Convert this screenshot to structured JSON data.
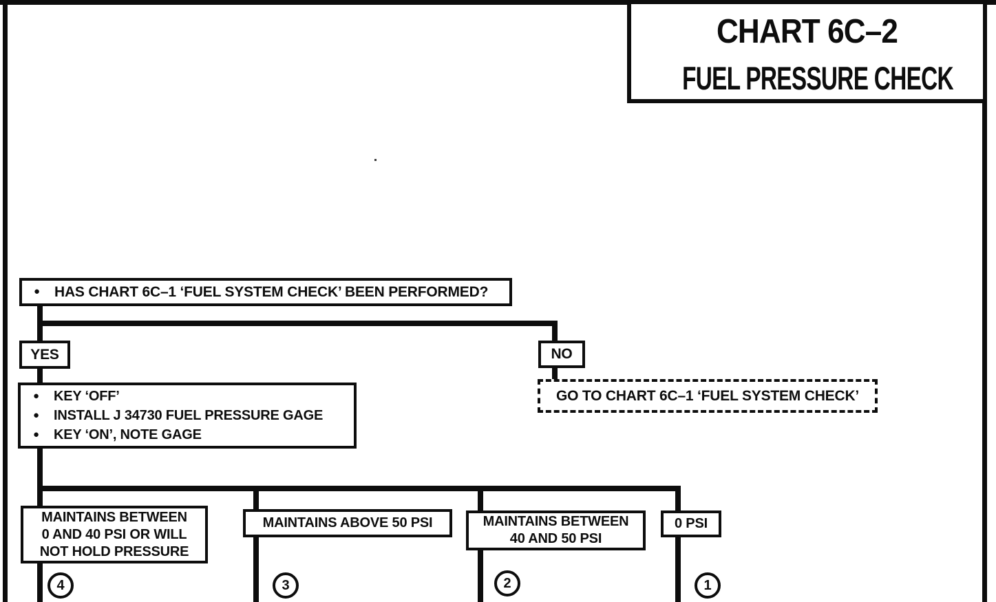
{
  "bullet_glyph": "●",
  "title_box": {
    "line1": "CHART 6C–2",
    "line2": "FUEL PRESSURE CHECK"
  },
  "question_text": "HAS CHART 6C–1 ‘FUEL SYSTEM CHECK’ BEEN PERFORMED?",
  "yes_label": "YES",
  "no_label": "NO",
  "no_goto": "GO TO CHART 6C–1 ‘FUEL SYSTEM CHECK’",
  "yes_steps": [
    "KEY ‘OFF’",
    "INSTALL J 34730 FUEL PRESSURE GAGE",
    "KEY ‘ON’, NOTE GAGE"
  ],
  "outcomes": [
    {
      "lines": [
        "MAINTAINS BETWEEN",
        "0 AND 40 PSI OR WILL",
        "NOT HOLD PRESSURE"
      ],
      "step": "4"
    },
    {
      "lines": [
        "MAINTAINS ABOVE 50 PSI"
      ],
      "step": "3"
    },
    {
      "lines": [
        "MAINTAINS BETWEEN",
        "40 AND 50 PSI"
      ],
      "step": "2"
    },
    {
      "lines": [
        "0 PSI"
      ],
      "step": "1"
    }
  ],
  "colors": {
    "ink": "#0d0d0d",
    "paper": "#ffffff"
  }
}
